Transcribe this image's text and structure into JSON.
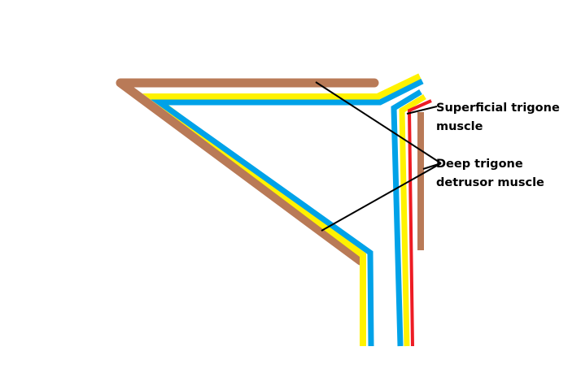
{
  "labels": {
    "superficial": {
      "line1": "Superficial trigone",
      "line2": "muscle"
    },
    "deep": {
      "line1": "Deep trigone",
      "line2": "detrusor muscle"
    }
  },
  "colors": {
    "background": "#ffffff",
    "muscle_brown": "#b97a57",
    "layer_blue": "#00a2e8",
    "layer_yellow": "#fff200",
    "layer_red": "#ed1c24",
    "pointer_black": "#000000"
  }
}
